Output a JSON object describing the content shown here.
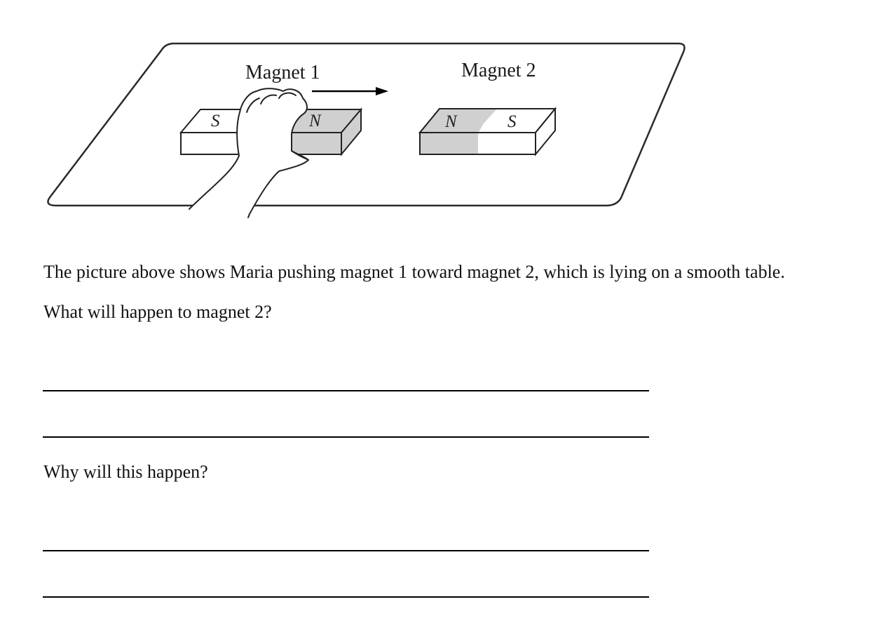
{
  "figure": {
    "magnet1_label": "Magnet 1",
    "magnet2_label": "Magnet 2",
    "magnet1_left_pole": "S",
    "magnet1_right_pole": "N",
    "magnet2_left_pole": "N",
    "magnet2_right_pole": "S",
    "shaded_pole_color": "#d0d0d0"
  },
  "question": {
    "intro": "The picture above shows Maria pushing magnet 1 toward magnet 2, which is lying on a smooth table.",
    "part1": "What will happen to magnet 2?",
    "part2": "Why will this happen?"
  }
}
